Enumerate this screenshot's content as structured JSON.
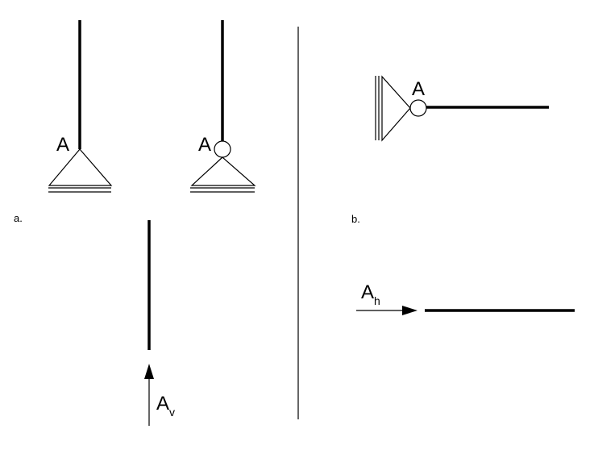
{
  "panels": {
    "a": {
      "label": "a.",
      "fixed_support_point": "A",
      "pinned_support_point": "A",
      "reaction": {
        "symbol": "A",
        "subscript": "v"
      }
    },
    "b": {
      "label": "b.",
      "roller_support_point": "A",
      "reaction": {
        "symbol": "A",
        "subscript": "h"
      }
    }
  },
  "colors": {
    "stroke": "#000000",
    "background": "#ffffff"
  }
}
